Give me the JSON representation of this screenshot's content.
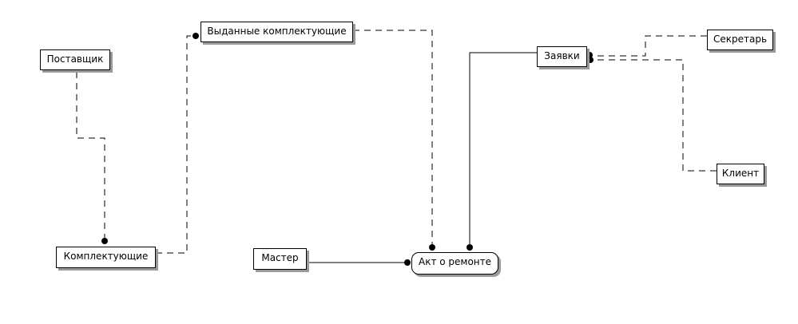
{
  "diagram": {
    "entities": {
      "postavshchik": {
        "label": "Поставщик"
      },
      "vydannye": {
        "label": "Выданные комплектующие"
      },
      "zayavki": {
        "label": "Заявки"
      },
      "sekretar": {
        "label": "Секретарь"
      },
      "klient": {
        "label": "Клиент"
      },
      "komplektuyushchie": {
        "label": "Комплектующие"
      },
      "master": {
        "label": "Мастер"
      },
      "akt": {
        "label": "Акт о ремонте"
      }
    },
    "relationships": [
      {
        "from": "Поставщик",
        "to": "Комплектующие",
        "style": "dashed",
        "end_marker": "filled-dot"
      },
      {
        "from": "Комплектующие",
        "to": "Выданные комплектующие",
        "style": "dashed",
        "end_marker": "filled-dot"
      },
      {
        "from": "Выданные комплектующие",
        "to": "Акт о ремонте",
        "style": "dashed",
        "end_marker": "filled-dot"
      },
      {
        "from": "Заявки",
        "to": "Акт о ремонте",
        "style": "solid",
        "end_marker": "filled-dot"
      },
      {
        "from": "Мастер",
        "to": "Акт о ремонте",
        "style": "solid",
        "end_marker": "filled-dot"
      },
      {
        "from": "Секретарь",
        "to": "Заявки",
        "style": "dashed",
        "end_marker": "filled-dot"
      },
      {
        "from": "Клиент",
        "to": "Заявки",
        "style": "dashed",
        "end_marker": "filled-dot"
      }
    ]
  }
}
